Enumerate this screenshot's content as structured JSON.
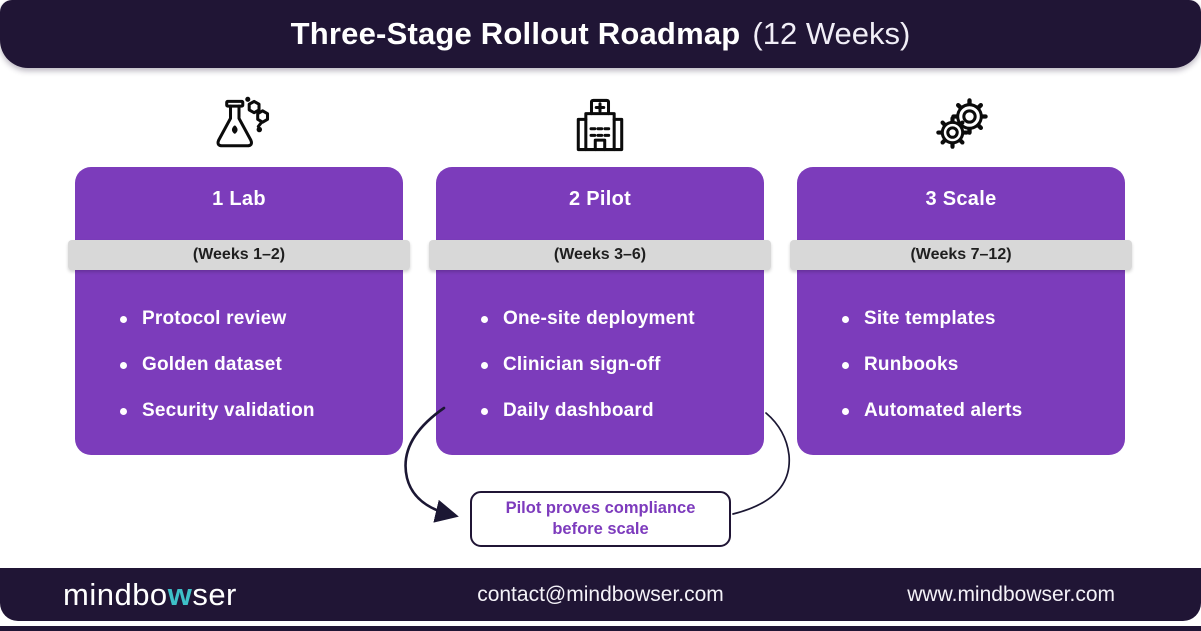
{
  "colors": {
    "dark_navy": "#201535",
    "card_purple": "#7c3cbb",
    "band_gray": "#d8d8d8",
    "logo_teal": "#3ec0c8",
    "callout_text": "#7d3bbd"
  },
  "header": {
    "title": "Three-Stage Rollout Roadmap",
    "subtitle": "(12 Weeks)"
  },
  "stages": [
    {
      "icon": "flask-molecule-icon",
      "title": "1 Lab",
      "weeks": "(Weeks 1–2)",
      "items": [
        "Protocol review",
        "Golden dataset",
        "Security validation"
      ]
    },
    {
      "icon": "hospital-icon",
      "title": "2 Pilot",
      "weeks": "(Weeks 3–6)",
      "items": [
        "One-site deployment",
        "Clinician sign-off",
        "Daily dashboard"
      ]
    },
    {
      "icon": "gears-icon",
      "title": "3 Scale",
      "weeks": "(Weeks 7–12)",
      "items": [
        "Site templates",
        "Runbooks",
        "Automated alerts"
      ]
    }
  ],
  "callout": {
    "line1": "Pilot proves compliance",
    "line2": "before scale"
  },
  "footer": {
    "logo_pre": "mindbo",
    "logo_accent": "w",
    "logo_post": "ser",
    "email": "contact@mindbowser.com",
    "website": "www.mindbowser.com"
  }
}
